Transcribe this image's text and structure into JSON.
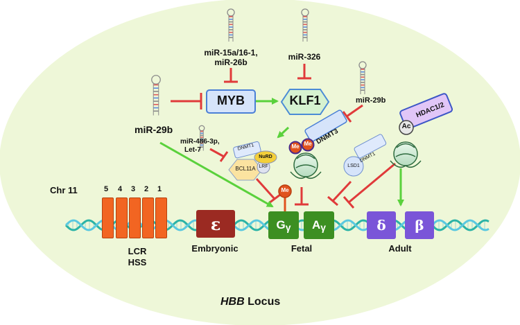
{
  "colors": {
    "background_ellipse": "#eef7d8",
    "activation_arrow": "#5ad13c",
    "repression": "#e03a3a",
    "hss_bar": "#f26522",
    "epsilon_gene": "#9b2a22",
    "gamma_genes": "#3c8f22",
    "adult_genes": "#7a55d8",
    "dna_helix": "#2bb3a6",
    "myb_fill": "#d6e4fa",
    "klf1_fill": "#d6f2d0",
    "hdac_fill": "#e1c6f7",
    "methyl_mark": "#e0531e",
    "bcl11a_fill": "#fbe3a0",
    "nurd_fill": "#f3cf3a"
  },
  "chromosome_label": "Chr 11",
  "hss": {
    "numbers": [
      "5",
      "4",
      "3",
      "2",
      "1"
    ],
    "label_line1": "LCR",
    "label_line2": "HSS"
  },
  "genes": {
    "epsilon": "ε",
    "g_gamma_main": "G",
    "g_gamma_sub": "γ",
    "a_gamma_main": "A",
    "a_gamma_sub": "γ",
    "delta": "δ",
    "beta": "β"
  },
  "stage_labels": {
    "embryonic": "Embryonic",
    "fetal": "Fetal",
    "adult": "Adult"
  },
  "locus_title": {
    "gene": "HBB",
    "suffix": " Locus"
  },
  "regulators": {
    "myb": "MYB",
    "klf1": "KLF1",
    "hdac": "HDAC1/2",
    "ac": "Ac",
    "dnmt3": "DNMT3",
    "me": "Me"
  },
  "complex": {
    "dnmt1": "DNMT1",
    "bcl11a": "BCL11A",
    "lrf": "LRF",
    "nurd": "NuRD"
  },
  "lsd1_complex": {
    "dnmt1": "DNMT1",
    "lsd1": "LSD1"
  },
  "mirnas": {
    "mir15a_line1": "miR-15a/16-1,",
    "mir15a_line2": "miR-26b",
    "mir326": "miR-326",
    "mir29b_left": "miR-29b",
    "mir29b_right": "miR-29b",
    "mir486_line1": "miR-486-3p,",
    "mir486_line2": "Let-7"
  }
}
